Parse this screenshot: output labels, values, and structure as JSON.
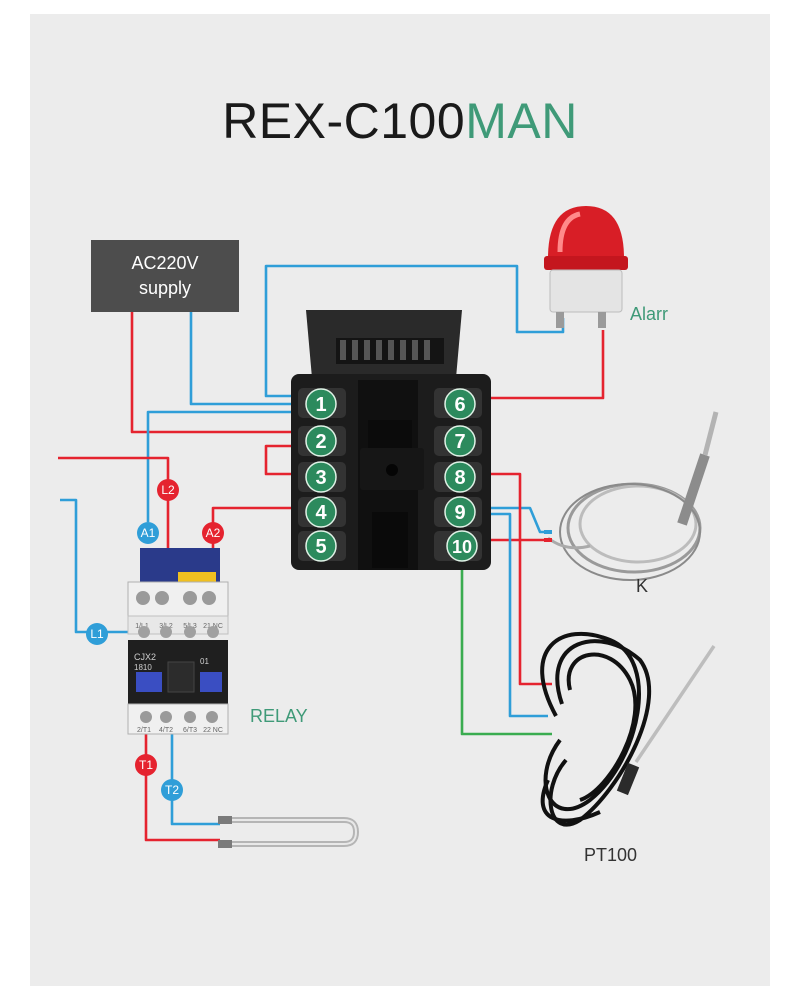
{
  "title": {
    "main": "REX-C100",
    "accent": "MAN"
  },
  "supply": {
    "line1": "AC220V",
    "line2": "supply"
  },
  "labels": {
    "alarm": "Alarr",
    "k": "K",
    "relay": "RELAY",
    "pt100": "PT100"
  },
  "terminals_left": [
    "1",
    "2",
    "3",
    "4",
    "5"
  ],
  "terminals_right": [
    "6",
    "7",
    "8",
    "9",
    "10"
  ],
  "relay_markers": [
    "L2",
    "A1",
    "A2",
    "L1",
    "T1",
    "T2"
  ],
  "contactor": {
    "top_labels": [
      "1/L1",
      "3/L2",
      "5/L3",
      "21 NC"
    ],
    "model": "CJX2",
    "number": "1810",
    "aux": "01",
    "bottom_labels": [
      "2/T1",
      "4/T2",
      "6/T3",
      "22 NC"
    ]
  },
  "colors": {
    "wire_red": "#e5232f",
    "wire_blue": "#2f9ed8",
    "wire_green": "#3aac50",
    "terminal_green": "#2c8a5d",
    "accent": "#3f9a78"
  }
}
